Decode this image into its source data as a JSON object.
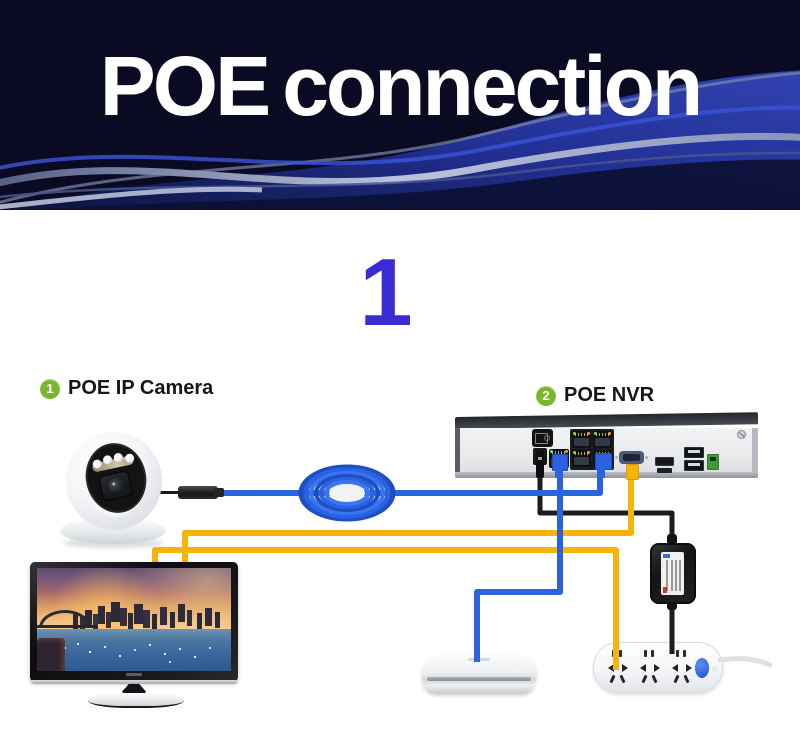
{
  "banner": {
    "title_light": "POE",
    "title_bold": "connection"
  },
  "step_number": "1",
  "labels": {
    "camera": {
      "badge": "1",
      "text": "POE IP Camera"
    },
    "nvr": {
      "badge": "2",
      "text": "POE NVR"
    }
  },
  "colors": {
    "banner_bg": "#0a0b22",
    "wave_blue": "#2a3cae",
    "wave_silver": "#aab3d2",
    "accent_number": "#3a2bd2",
    "badge_green": "#76b82a",
    "ethernet_blue": "#2a62e0",
    "ethernet_dark": "#1d4fc2",
    "ethernet_light": "#3b74f0",
    "cable_black": "#1d1d20",
    "cable_yellow": "#f6b40a",
    "cord_gray": "#e0e1e5",
    "strip_button_blue": "#2f6be0"
  }
}
